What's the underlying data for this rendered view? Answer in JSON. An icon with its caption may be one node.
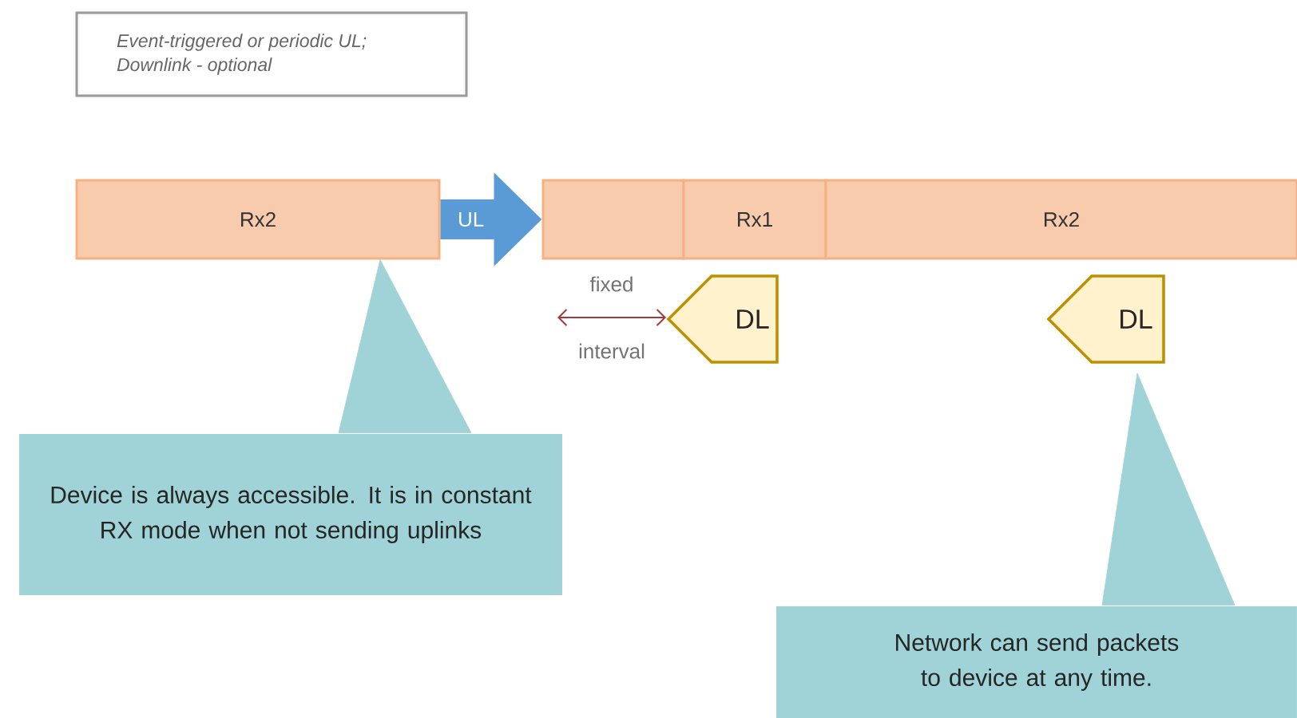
{
  "diagram": {
    "nodes": [
      {
        "text": [
          "Event-triggered or periodic UL; Downlink - optional"
        ]
      },
      {
        "text": [
          "Rx2"
        ]
      },
      {
        "text": [],
        "shape": "box"
      },
      {
        "text": [
          "Rx1"
        ]
      },
      {
        "text": [
          "Rx2"
        ]
      },
      {
        "text": [
          "DL"
        ]
      },
      {
        "text": [
          "DL"
        ]
      },
      {
        "text": [
          "Device is always accessible. It is in constant RX mode when not sending uplinks"
        ]
      },
      {
        "text": [
          "Network can send packets to device at any time."
        ]
      }
    ],
    "edges": [
      {
        "from": 1,
        "to": 2,
        "arrow": "to",
        "label": "UL",
        "color": "#5b9bd5"
      },
      {
        "from": 7,
        "to": 1,
        "arrow": "to"
      },
      {
        "from": 8,
        "to": 6,
        "arrow": "to"
      }
    ],
    "labels": [
      "fixed",
      "interval"
    ]
  }
}
